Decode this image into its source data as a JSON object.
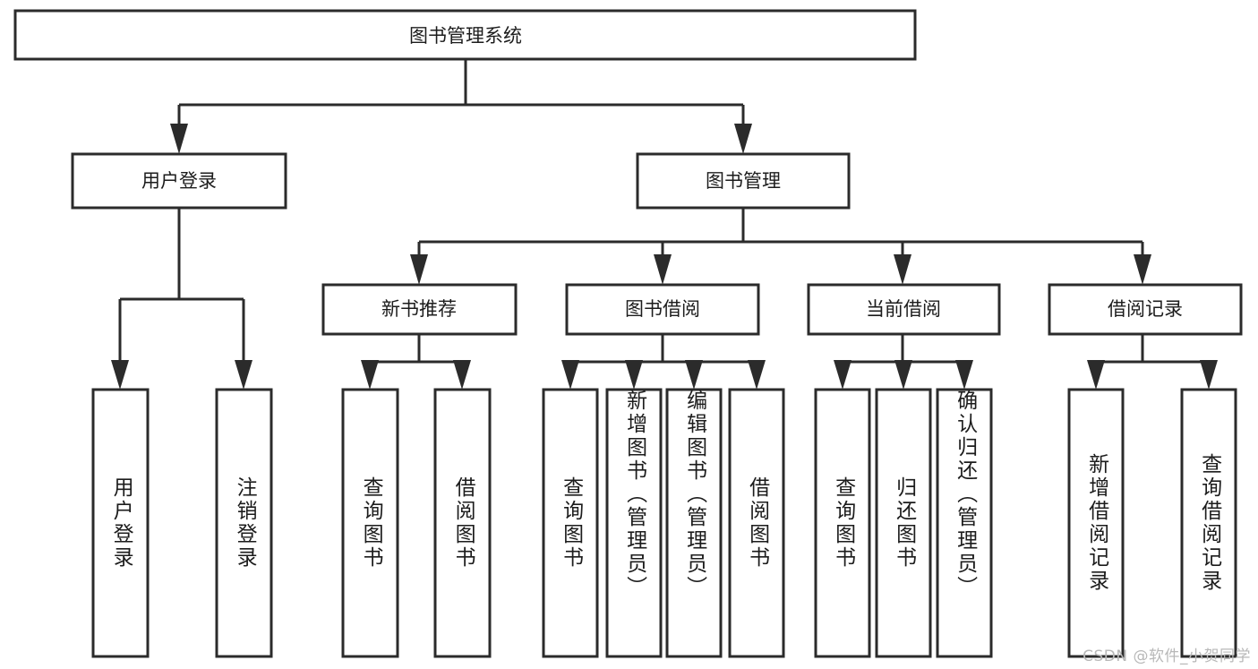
{
  "diagram": {
    "type": "tree-hierarchy-chart",
    "title": "图书管理系统",
    "watermark": "CSDN @软件_小贺同学",
    "colors": {
      "stroke": "#2b2b2b",
      "fill": "#ffffff",
      "text": "#1c1c1c",
      "watermark": "#b8b8b8"
    },
    "root": {
      "label": "图书管理系统",
      "orientation": "horizontal"
    },
    "level2": [
      {
        "label": "用户登录",
        "orientation": "horizontal"
      },
      {
        "label": "图书管理",
        "orientation": "horizontal"
      }
    ],
    "level3": [
      {
        "label": "新书推荐",
        "orientation": "horizontal"
      },
      {
        "label": "图书借阅",
        "orientation": "horizontal"
      },
      {
        "label": "当前借阅",
        "orientation": "horizontal"
      },
      {
        "label": "借阅记录",
        "orientation": "horizontal"
      }
    ],
    "leaves": {
      "user_login": [
        {
          "label": "用户登录",
          "orientation": "vertical"
        },
        {
          "label": "注销登录",
          "orientation": "vertical"
        }
      ],
      "new_book_recommend": [
        {
          "label": "查询图书",
          "orientation": "vertical"
        },
        {
          "label": "借阅图书",
          "orientation": "vertical"
        }
      ],
      "book_borrow": [
        {
          "label": "查询图书",
          "orientation": "vertical"
        },
        {
          "label": "新增图书（管理员）",
          "orientation": "vertical"
        },
        {
          "label": "编辑图书（管理员）",
          "orientation": "vertical"
        },
        {
          "label": "借阅图书",
          "orientation": "vertical"
        }
      ],
      "current_borrow": [
        {
          "label": "查询图书",
          "orientation": "vertical"
        },
        {
          "label": "归还图书",
          "orientation": "vertical"
        },
        {
          "label": "确认归还（管理员）",
          "orientation": "vertical"
        }
      ],
      "borrow_record": [
        {
          "label": "新增借阅记录",
          "orientation": "vertical"
        },
        {
          "label": "查询借阅记录",
          "orientation": "vertical"
        }
      ]
    }
  }
}
